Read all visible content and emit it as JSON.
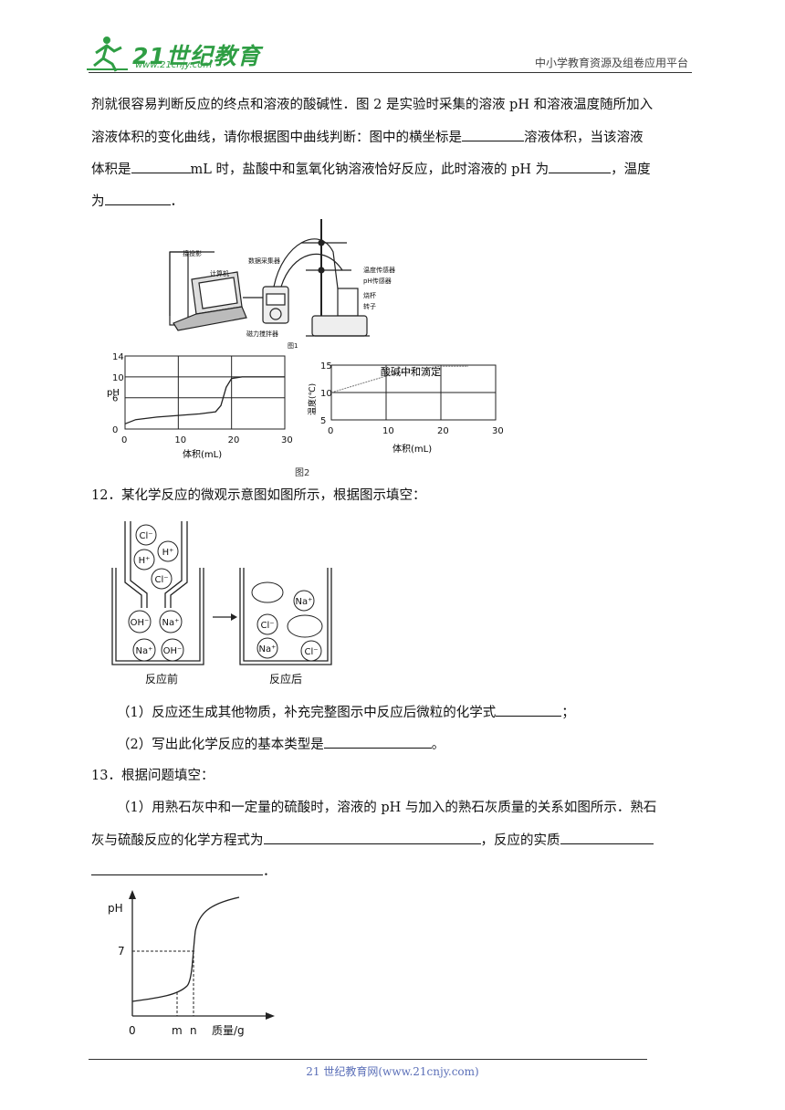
{
  "header": {
    "logo_text": "21世纪教育",
    "logo_url": "www.21cnjy.com",
    "platform": "中小学教育资源及组卷应用平台"
  },
  "q11": {
    "line1": "剂就很容易判断反应的终点和溶液的酸碱性．图 2 是实验时采集的溶液 pH 和溶液温度随所加入",
    "line2a": "溶液体积的变化曲线，请你根据图中曲线判断：图中的横坐标是",
    "line2b": "溶液体积，当该溶液",
    "line3a": "体积是",
    "line3b": "mL 时，盐酸中和氢氧化钠溶液恰好反应，此时溶液的 pH 为",
    "line3c": "，温度",
    "line4a": "为",
    "line4b": "．"
  },
  "fig1": {
    "label_projection": "接投影",
    "label_computer": "计算机",
    "label_collector": "数据采集器",
    "label_temp": "温度传感器",
    "label_ph": "pH传感器",
    "label_beaker": "烧杯",
    "label_rotor": "转子",
    "label_stirrer": "磁力搅拌器",
    "caption": "图1"
  },
  "fig2": {
    "caption": "图2",
    "ph_chart": {
      "ylabel": "pH",
      "xlabel": "体积(mL)",
      "yticks": [
        "14",
        "10",
        "6",
        "0"
      ],
      "xticks": [
        "0",
        "10",
        "20",
        "30"
      ]
    },
    "temp_chart": {
      "title": "酸碱中和滴定",
      "ylabel": "温度(℃)",
      "xlabel": "体积(mL)",
      "yticks": [
        "15",
        "10",
        "5"
      ],
      "xticks": [
        "0",
        "10",
        "20",
        "30"
      ]
    }
  },
  "q12": {
    "stem": "12．某化学反应的微观示意图如图所示，根据图示填空：",
    "before_label": "反应前",
    "after_label": "反应后",
    "ions": {
      "cl": "Cl⁻",
      "h": "H⁺",
      "oh": "OH⁻",
      "na": "Na⁺"
    },
    "sub1a": "（1）反应还生成其他物质，补充完整图示中反应后微粒的化学式",
    "sub1b": "；",
    "sub2a": "（2）写出此化学反应的基本类型是",
    "sub2b": "。"
  },
  "q13": {
    "stem": "13．根据问题填空：",
    "sub1_line1": "（1）用熟石灰中和一定量的硫酸时，溶液的 pH 与加入的熟石灰质量的关系如图所示．熟石",
    "sub1_line2a": "灰与硫酸反应的化学方程式为",
    "sub1_line2b": "，反应的实质",
    "sub1_line3": "．",
    "chart": {
      "ylabel": "pH",
      "ytick": "7",
      "origin": "0",
      "xlabels": [
        "m",
        "n"
      ],
      "xlabel": "质量/g"
    }
  },
  "chart_data": [
    {
      "type": "line",
      "title": "",
      "xlabel": "体积(mL)",
      "ylabel": "pH",
      "xlim": [
        0,
        30
      ],
      "ylim": [
        0,
        14
      ],
      "series": [
        {
          "x": [
            0,
            2,
            6,
            10,
            14,
            17,
            18,
            19,
            20,
            22,
            26,
            30
          ],
          "values": [
            1,
            1.8,
            2.3,
            2.6,
            2.9,
            3.3,
            4.5,
            8,
            9.7,
            10,
            10,
            10
          ]
        }
      ]
    },
    {
      "type": "line",
      "title": "酸碱中和滴定",
      "xlabel": "体积(mL)",
      "ylabel": "温度(℃)",
      "xlim": [
        0,
        30
      ],
      "ylim": [
        5,
        15
      ],
      "series": [
        {
          "x": [
            0,
            5,
            10,
            15,
            20,
            25
          ],
          "values": [
            10,
            11.5,
            13,
            14.2,
            14.8,
            14.8
          ]
        }
      ]
    }
  ]
}
